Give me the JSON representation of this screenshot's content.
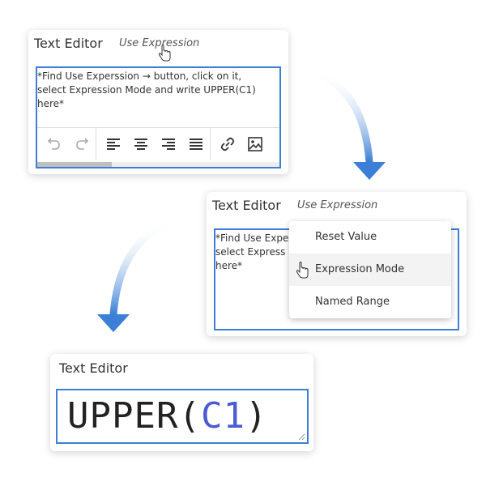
{
  "colors": {
    "accent_border": "#3b7fd6",
    "arrow": "#3b7fd6",
    "cell_ref": "#4a5bd4"
  },
  "step1": {
    "label": "Text Editor",
    "expression_link": "Use Expression",
    "editor_text": "*Find Use Experssion → button, click on it,\nselect Expression Mode and write UPPER(C1)\nhere*",
    "toolbar": {
      "undo_icon": "undo-icon",
      "redo_icon": "redo-icon",
      "align_left_icon": "align-left-icon",
      "align_center_icon": "align-center-icon",
      "align_right_icon": "align-right-icon",
      "align_justify_icon": "align-justify-icon",
      "link_icon": "link-icon",
      "image_icon": "image-icon"
    }
  },
  "step2": {
    "label": "Text Editor",
    "expression_link": "Use Expression",
    "editor_text": "*Find Use Expe\nselect Express\nhere*",
    "menu": {
      "items": [
        "Reset Value",
        "Expression Mode",
        "Named Range"
      ],
      "hovered_index": 1
    }
  },
  "step3": {
    "label": "Text Editor",
    "function_name": "UPPER(",
    "cell_ref": "C1",
    "close_paren": ")"
  }
}
